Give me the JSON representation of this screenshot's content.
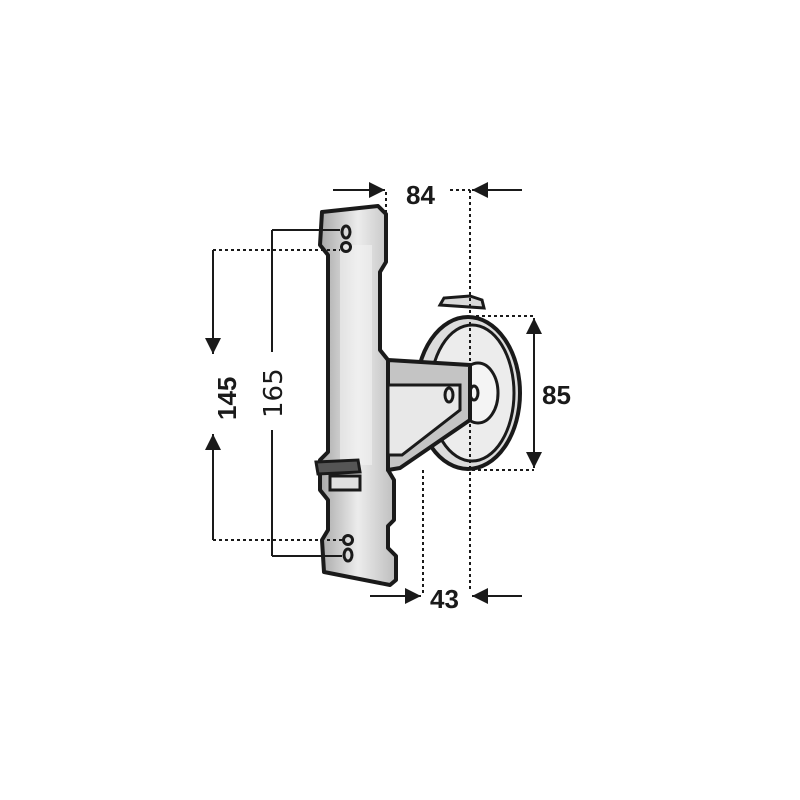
{
  "drawing": {
    "subject": "Pulley bracket dimension drawing",
    "units": "mm",
    "dimensions": {
      "overall_depth": "84",
      "pulley_diameter": "85",
      "pulley_offset": "43",
      "hole_spacing_inner": "145",
      "hole_spacing_outer": "165"
    },
    "colors": {
      "line": "#1a1a1a",
      "fill_light": "#e6e6e6",
      "fill_mid": "#b5b5b5",
      "background": "#ffffff"
    }
  }
}
